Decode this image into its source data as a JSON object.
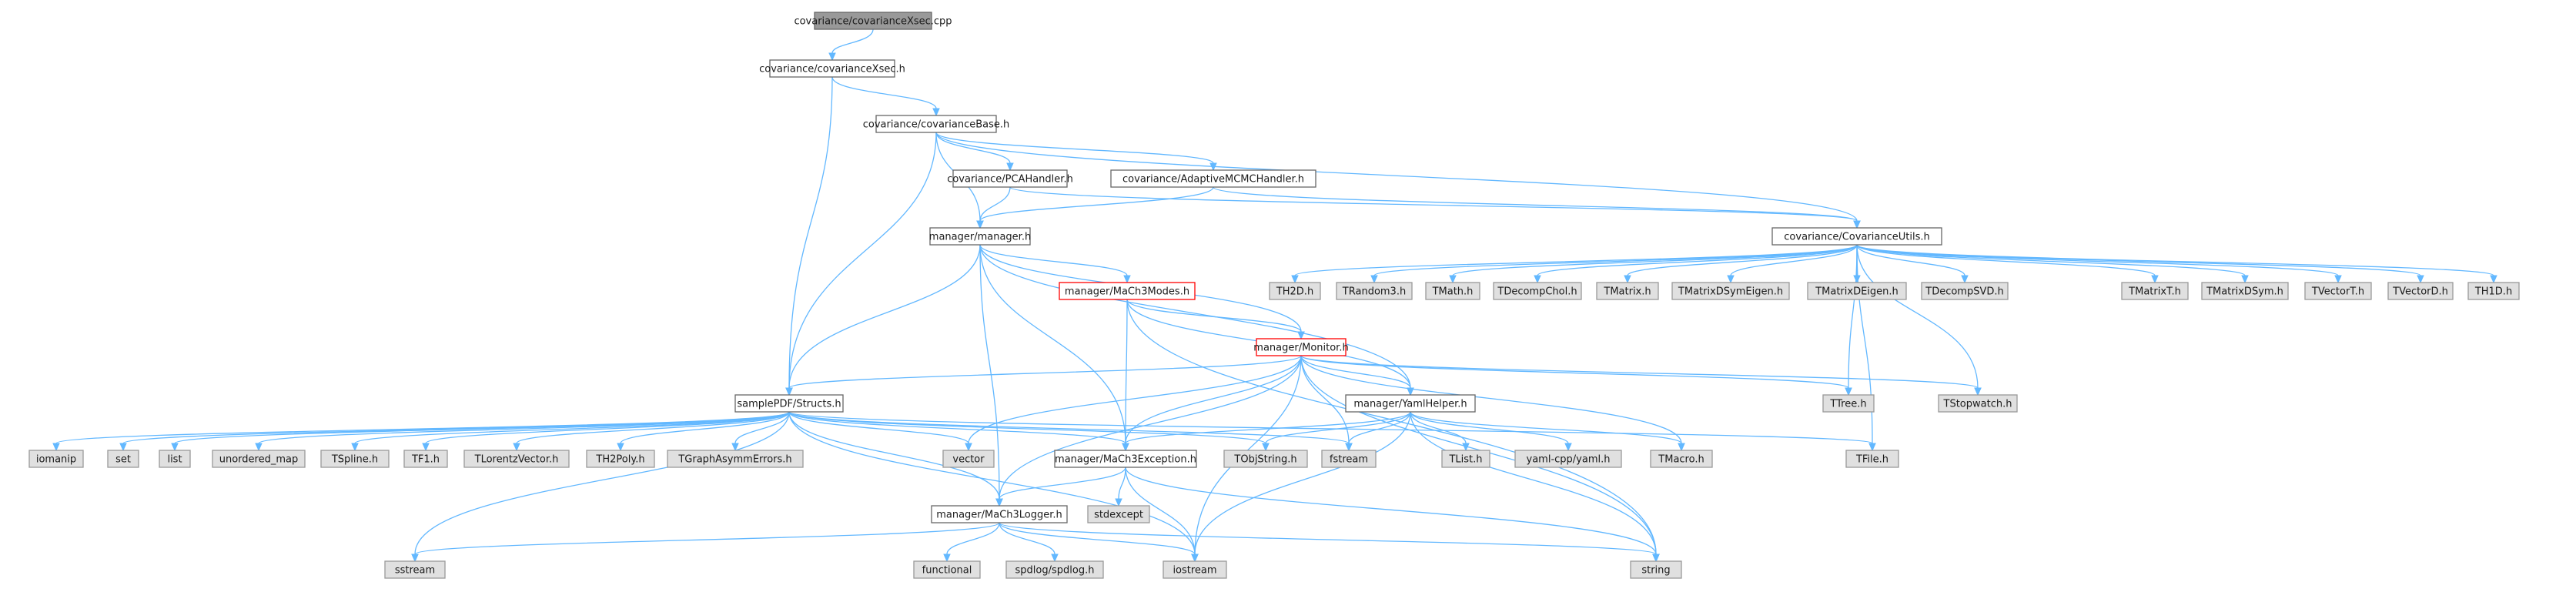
{
  "colors": {
    "edge": "#63b8ff",
    "node_fill": "#ffffff",
    "node_border": "#666666",
    "root_fill": "#999999",
    "root_border": "#666666",
    "system_fill": "#e0e0e0",
    "system_border": "#999999",
    "error_border": "#ff0000"
  },
  "nodes": [
    {
      "id": "root",
      "label": "covariance/covarianceXsec.cpp",
      "kind": "root"
    },
    {
      "id": "xsech",
      "label": "covariance/covarianceXsec.h",
      "kind": "header"
    },
    {
      "id": "base",
      "label": "covariance/covarianceBase.h",
      "kind": "header"
    },
    {
      "id": "pca",
      "label": "covariance/PCAHandler.h",
      "kind": "header"
    },
    {
      "id": "adapt",
      "label": "covariance/AdaptiveMCMCHandler.h",
      "kind": "header"
    },
    {
      "id": "manager",
      "label": "manager/manager.h",
      "kind": "header"
    },
    {
      "id": "covutils",
      "label": "covariance/CovarianceUtils.h",
      "kind": "header"
    },
    {
      "id": "modes",
      "label": "manager/MaCh3Modes.h",
      "kind": "error"
    },
    {
      "id": "monitor",
      "label": "manager/Monitor.h",
      "kind": "error"
    },
    {
      "id": "structs",
      "label": "samplePDF/Structs.h",
      "kind": "header"
    },
    {
      "id": "yaml",
      "label": "manager/YamlHelper.h",
      "kind": "header"
    },
    {
      "id": "exc",
      "label": "manager/MaCh3Exception.h",
      "kind": "header"
    },
    {
      "id": "logger",
      "label": "manager/MaCh3Logger.h",
      "kind": "header"
    },
    {
      "id": "th2d",
      "label": "TH2D.h",
      "kind": "system"
    },
    {
      "id": "trandom3",
      "label": "TRandom3.h",
      "kind": "system"
    },
    {
      "id": "tmath",
      "label": "TMath.h",
      "kind": "system"
    },
    {
      "id": "tdecompchol",
      "label": "TDecompChol.h",
      "kind": "system"
    },
    {
      "id": "tmatrix",
      "label": "TMatrix.h",
      "kind": "system"
    },
    {
      "id": "tmatrixdsymeigen",
      "label": "TMatrixDSymEigen.h",
      "kind": "system"
    },
    {
      "id": "tmatrixdeigen",
      "label": "TMatrixDEigen.h",
      "kind": "system"
    },
    {
      "id": "tdecompsvd",
      "label": "TDecompSVD.h",
      "kind": "system"
    },
    {
      "id": "tmatrixt",
      "label": "TMatrixT.h",
      "kind": "system"
    },
    {
      "id": "tmatrixdsym",
      "label": "TMatrixDSym.h",
      "kind": "system"
    },
    {
      "id": "tvectort",
      "label": "TVectorT.h",
      "kind": "system"
    },
    {
      "id": "tvectord",
      "label": "TVectorD.h",
      "kind": "system"
    },
    {
      "id": "th1d",
      "label": "TH1D.h",
      "kind": "system"
    },
    {
      "id": "ttree",
      "label": "TTree.h",
      "kind": "system"
    },
    {
      "id": "tstopwatch",
      "label": "TStopwatch.h",
      "kind": "system"
    },
    {
      "id": "iomanip",
      "label": "iomanip",
      "kind": "system"
    },
    {
      "id": "set",
      "label": "set",
      "kind": "system"
    },
    {
      "id": "list",
      "label": "list",
      "kind": "system"
    },
    {
      "id": "unordered_map",
      "label": "unordered_map",
      "kind": "system"
    },
    {
      "id": "tspline",
      "label": "TSpline.h",
      "kind": "system"
    },
    {
      "id": "tf1",
      "label": "TF1.h",
      "kind": "system"
    },
    {
      "id": "tlorentz",
      "label": "TLorentzVector.h",
      "kind": "system"
    },
    {
      "id": "th2poly",
      "label": "TH2Poly.h",
      "kind": "system"
    },
    {
      "id": "tgraphasym",
      "label": "TGraphAsymmErrors.h",
      "kind": "system"
    },
    {
      "id": "vector",
      "label": "vector",
      "kind": "system"
    },
    {
      "id": "tobjstring",
      "label": "TObjString.h",
      "kind": "system"
    },
    {
      "id": "fstream",
      "label": "fstream",
      "kind": "system"
    },
    {
      "id": "tlist",
      "label": "TList.h",
      "kind": "system"
    },
    {
      "id": "yamlcpp",
      "label": "yaml-cpp/yaml.h",
      "kind": "system"
    },
    {
      "id": "tmacro",
      "label": "TMacro.h",
      "kind": "system"
    },
    {
      "id": "tfile",
      "label": "TFile.h",
      "kind": "system"
    },
    {
      "id": "stdexcept",
      "label": "stdexcept",
      "kind": "system"
    },
    {
      "id": "sstream",
      "label": "sstream",
      "kind": "system"
    },
    {
      "id": "functional",
      "label": "functional",
      "kind": "system"
    },
    {
      "id": "spdlog",
      "label": "spdlog/spdlog.h",
      "kind": "system"
    },
    {
      "id": "iostream",
      "label": "iostream",
      "kind": "system"
    },
    {
      "id": "string",
      "label": "string",
      "kind": "system"
    }
  ],
  "edges": [
    [
      "root",
      "xsech"
    ],
    [
      "xsech",
      "base"
    ],
    [
      "xsech",
      "structs"
    ],
    [
      "base",
      "pca"
    ],
    [
      "base",
      "adapt"
    ],
    [
      "base",
      "manager"
    ],
    [
      "base",
      "covutils"
    ],
    [
      "base",
      "structs"
    ],
    [
      "pca",
      "manager"
    ],
    [
      "pca",
      "covutils"
    ],
    [
      "adapt",
      "manager"
    ],
    [
      "adapt",
      "covutils"
    ],
    [
      "manager",
      "modes"
    ],
    [
      "manager",
      "monitor"
    ],
    [
      "manager",
      "structs"
    ],
    [
      "manager",
      "yaml"
    ],
    [
      "manager",
      "exc"
    ],
    [
      "manager",
      "logger"
    ],
    [
      "covutils",
      "th2d"
    ],
    [
      "covutils",
      "trandom3"
    ],
    [
      "covutils",
      "tmath"
    ],
    [
      "covutils",
      "tdecompchol"
    ],
    [
      "covutils",
      "tmatrix"
    ],
    [
      "covutils",
      "tmatrixdsymeigen"
    ],
    [
      "covutils",
      "tmatrixdeigen"
    ],
    [
      "covutils",
      "tdecompsvd"
    ],
    [
      "covutils",
      "tmatrixt"
    ],
    [
      "covutils",
      "tmatrixdsym"
    ],
    [
      "covutils",
      "tvectort"
    ],
    [
      "covutils",
      "tvectord"
    ],
    [
      "covutils",
      "th1d"
    ],
    [
      "covutils",
      "ttree"
    ],
    [
      "covutils",
      "tstopwatch"
    ],
    [
      "covutils",
      "tfile"
    ],
    [
      "modes",
      "monitor"
    ],
    [
      "modes",
      "yaml"
    ],
    [
      "modes",
      "exc"
    ],
    [
      "modes",
      "string"
    ],
    [
      "monitor",
      "structs"
    ],
    [
      "monitor",
      "yaml"
    ],
    [
      "monitor",
      "exc"
    ],
    [
      "monitor",
      "logger"
    ],
    [
      "monitor",
      "ttree"
    ],
    [
      "monitor",
      "tstopwatch"
    ],
    [
      "monitor",
      "tmacro"
    ],
    [
      "monitor",
      "vector"
    ],
    [
      "monitor",
      "fstream"
    ],
    [
      "monitor",
      "iostream"
    ],
    [
      "monitor",
      "string"
    ],
    [
      "structs",
      "iomanip"
    ],
    [
      "structs",
      "set"
    ],
    [
      "structs",
      "list"
    ],
    [
      "structs",
      "unordered_map"
    ],
    [
      "structs",
      "tspline"
    ],
    [
      "structs",
      "tf1"
    ],
    [
      "structs",
      "tlorentz"
    ],
    [
      "structs",
      "th2poly"
    ],
    [
      "structs",
      "tgraphasym"
    ],
    [
      "structs",
      "vector"
    ],
    [
      "structs",
      "exc"
    ],
    [
      "structs",
      "logger"
    ],
    [
      "structs",
      "tobjstring"
    ],
    [
      "structs",
      "fstream"
    ],
    [
      "structs",
      "tfile"
    ],
    [
      "structs",
      "sstream"
    ],
    [
      "structs",
      "iostream"
    ],
    [
      "yaml",
      "tobjstring"
    ],
    [
      "yaml",
      "fstream"
    ],
    [
      "yaml",
      "tlist"
    ],
    [
      "yaml",
      "yamlcpp"
    ],
    [
      "yaml",
      "tmacro"
    ],
    [
      "yaml",
      "iostream"
    ],
    [
      "yaml",
      "string"
    ],
    [
      "yaml",
      "exc"
    ],
    [
      "exc",
      "logger"
    ],
    [
      "exc",
      "stdexcept"
    ],
    [
      "exc",
      "iostream"
    ],
    [
      "exc",
      "string"
    ],
    [
      "logger",
      "sstream"
    ],
    [
      "logger",
      "functional"
    ],
    [
      "logger",
      "spdlog"
    ],
    [
      "logger",
      "iostream"
    ],
    [
      "logger",
      "string"
    ]
  ]
}
